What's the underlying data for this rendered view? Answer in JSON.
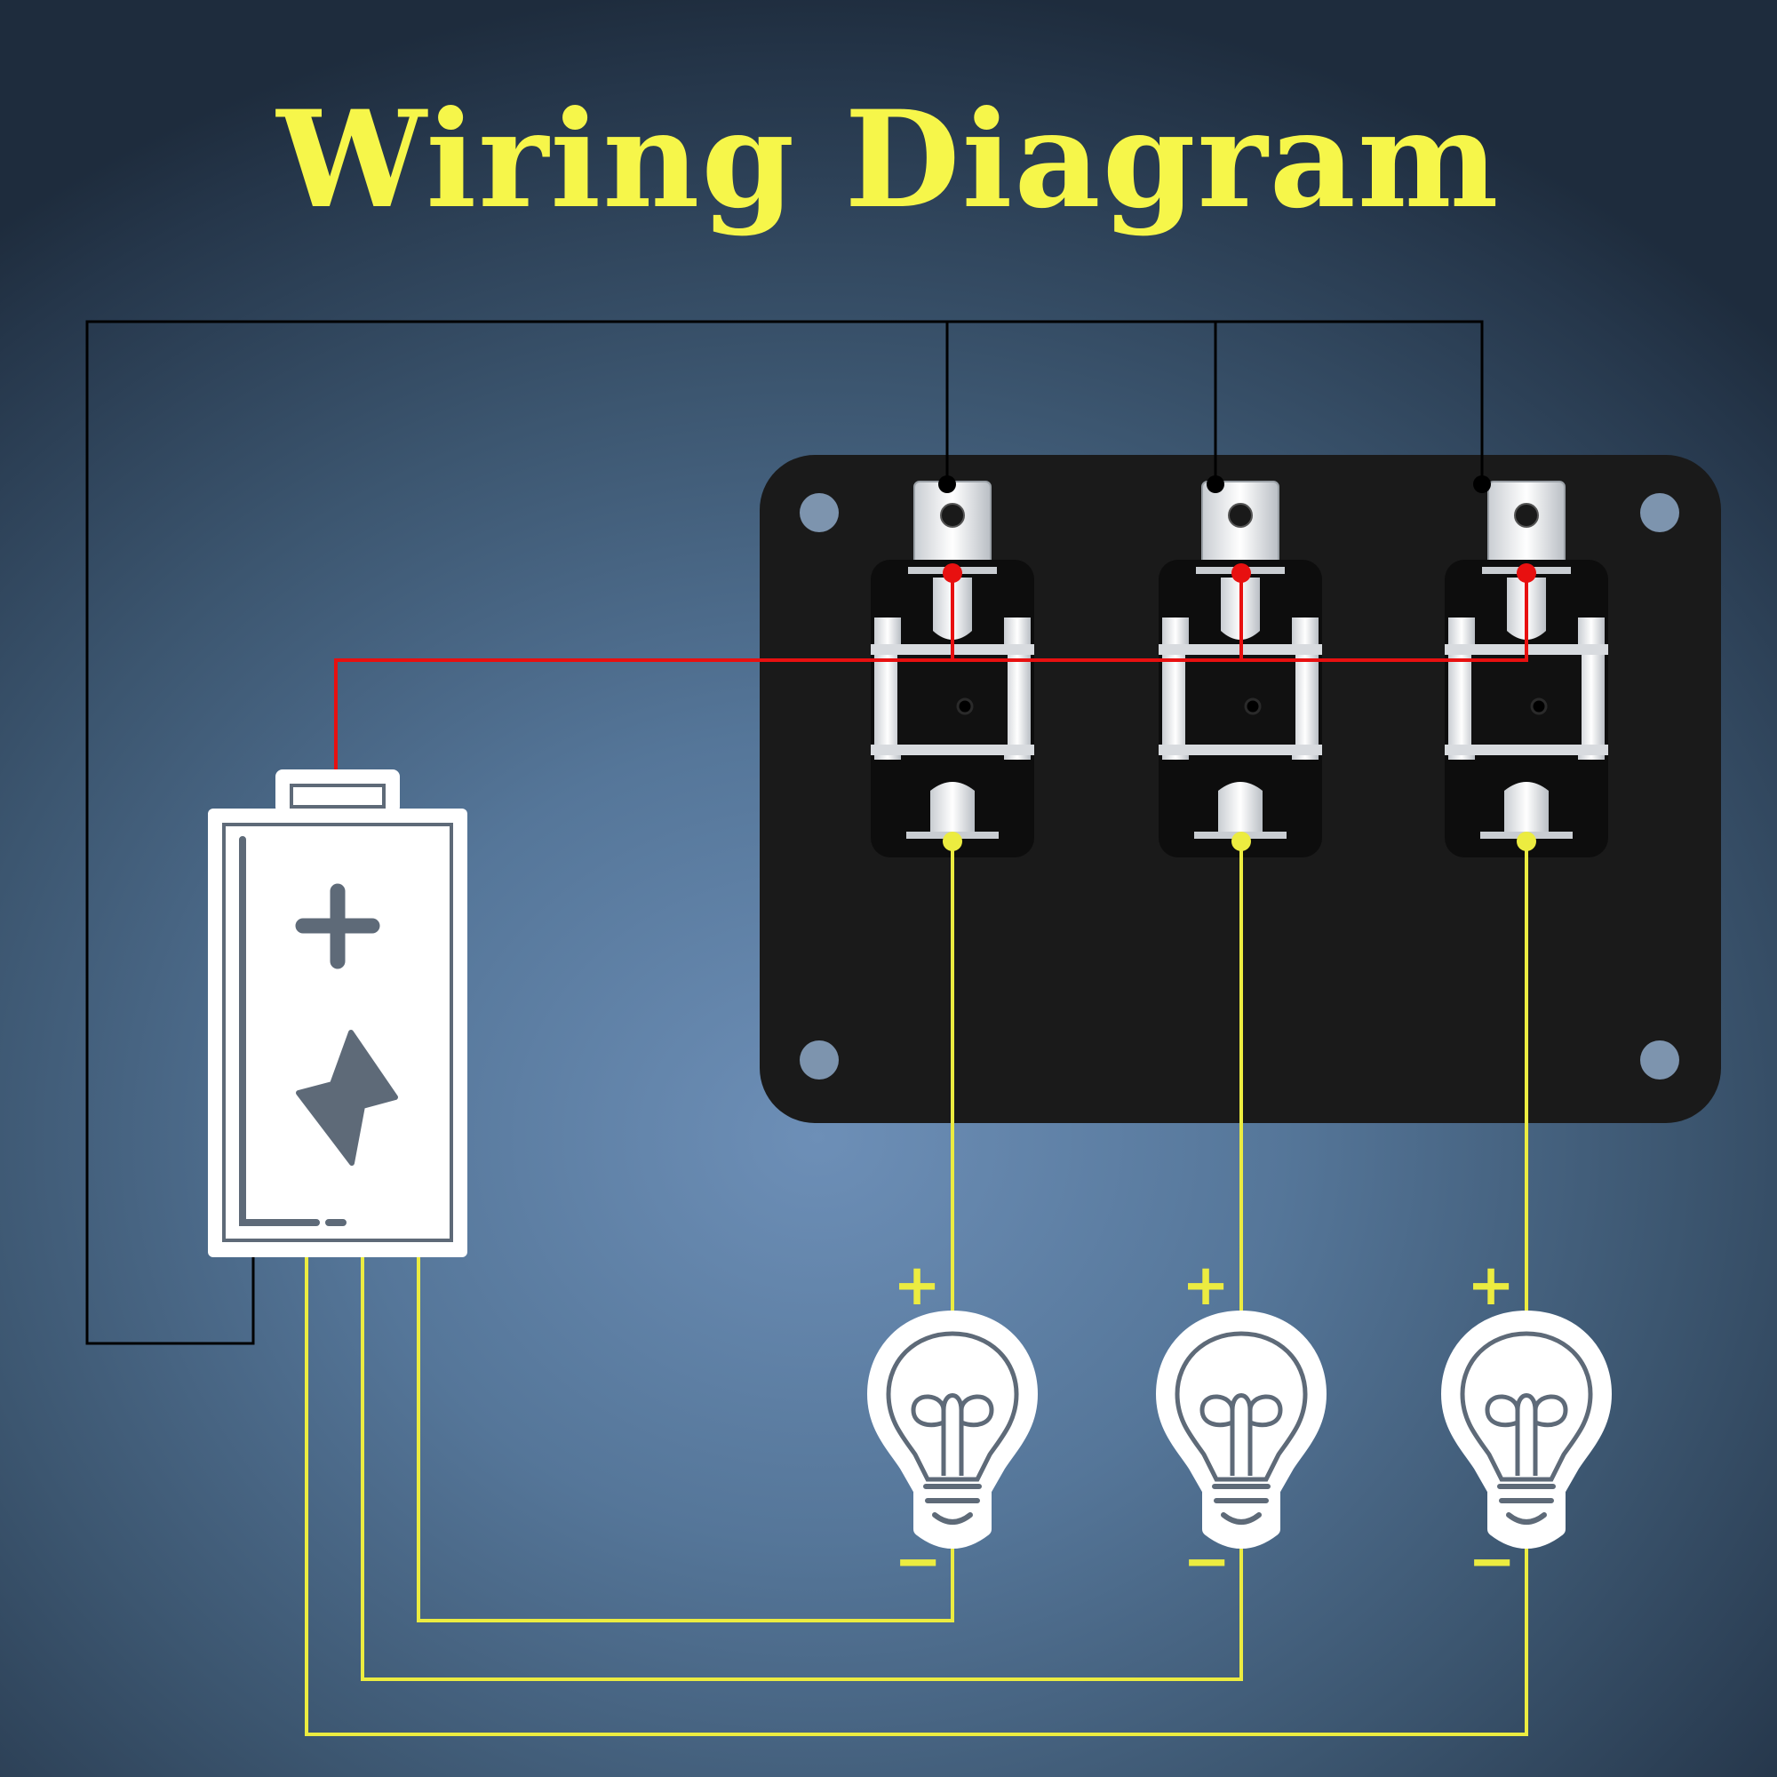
{
  "title": "Wiring Diagram",
  "colors": {
    "title": "#f6f64a",
    "ground_wire": "#000000",
    "positive_wire": "#e81010",
    "load_wire": "#ecec40",
    "panel": "#1a1a1a",
    "battery": "#ffffff",
    "icon_stroke": "#5e6a78"
  },
  "components": {
    "panel": {
      "name": "switch-panel",
      "switch_count": 3
    },
    "battery": {
      "icons": [
        "plus-icon",
        "lightning-icon"
      ]
    },
    "lamps": [
      {
        "id": 1,
        "plus": "+",
        "minus": "−"
      },
      {
        "id": 2,
        "plus": "+",
        "minus": "−"
      },
      {
        "id": 3,
        "plus": "+",
        "minus": "−"
      }
    ]
  }
}
